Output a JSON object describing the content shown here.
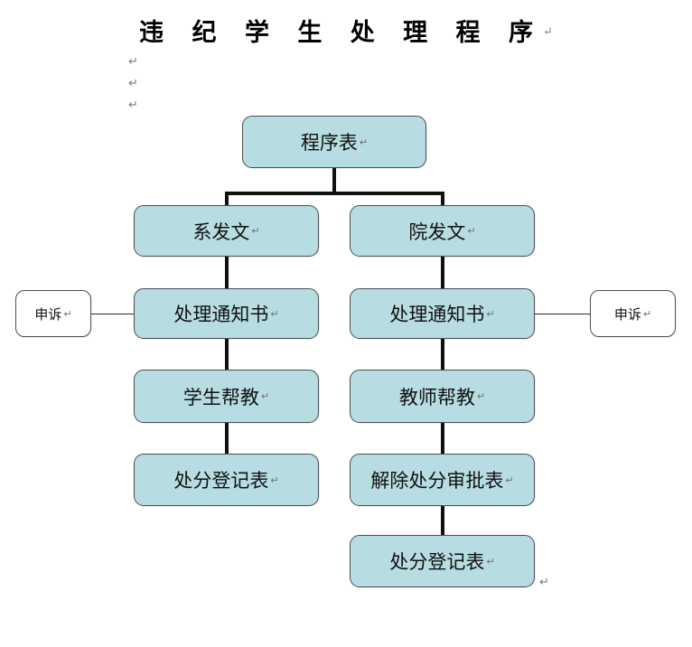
{
  "document": {
    "title_text": "违 纪 学 生 处 理 程 序",
    "pilcrow": "↵",
    "background_color": "#ffffff"
  },
  "style": {
    "node_fill": "#b7dce1",
    "node_border": "#4a4f55",
    "appeal_fill": "#ffffff",
    "connector_color": "#111111",
    "text_color": "#111111",
    "pilcrow_color": "#7a7a7a"
  },
  "stray_marks": [
    {
      "label": "↵"
    },
    {
      "label": "↵"
    },
    {
      "label": "↵"
    },
    {
      "label": "↵"
    }
  ],
  "chart_data": {
    "type": "diagram",
    "title": "违 纪 学 生 处 理 程 序",
    "nodes": [
      {
        "id": "root",
        "label": "程序表",
        "column": "center",
        "row": 0
      },
      {
        "id": "dept-doc",
        "label": "系发文",
        "column": "left",
        "row": 1
      },
      {
        "id": "college-doc",
        "label": "院发文",
        "column": "right",
        "row": 1
      },
      {
        "id": "notice-left",
        "label": "处理通知书",
        "column": "left",
        "row": 2
      },
      {
        "id": "notice-right",
        "label": "处理通知书",
        "column": "right",
        "row": 2
      },
      {
        "id": "appeal-left",
        "label": "申诉",
        "column": "far-left",
        "row": 2
      },
      {
        "id": "appeal-right",
        "label": "申诉",
        "column": "far-right",
        "row": 2
      },
      {
        "id": "student-help",
        "label": "学生帮教",
        "column": "left",
        "row": 3
      },
      {
        "id": "teacher-help",
        "label": "教师帮教",
        "column": "right",
        "row": 3
      },
      {
        "id": "record-left",
        "label": "处分登记表",
        "column": "left",
        "row": 4
      },
      {
        "id": "revoke-appr",
        "label": "解除处分审批表",
        "column": "right",
        "row": 4
      },
      {
        "id": "record-right",
        "label": "处分登记表",
        "column": "right",
        "row": 5
      }
    ],
    "edges": [
      {
        "from": "root",
        "to": "dept-doc",
        "style": "thick"
      },
      {
        "from": "root",
        "to": "college-doc",
        "style": "thick"
      },
      {
        "from": "dept-doc",
        "to": "notice-left",
        "style": "thick"
      },
      {
        "from": "college-doc",
        "to": "notice-right",
        "style": "thick"
      },
      {
        "from": "appeal-left",
        "to": "notice-left",
        "style": "thin"
      },
      {
        "from": "notice-right",
        "to": "appeal-right",
        "style": "thin"
      },
      {
        "from": "notice-left",
        "to": "student-help",
        "style": "thick"
      },
      {
        "from": "notice-right",
        "to": "teacher-help",
        "style": "thick"
      },
      {
        "from": "student-help",
        "to": "record-left",
        "style": "thick"
      },
      {
        "from": "teacher-help",
        "to": "revoke-appr",
        "style": "thick"
      },
      {
        "from": "revoke-appr",
        "to": "record-right",
        "style": "thick"
      }
    ]
  }
}
